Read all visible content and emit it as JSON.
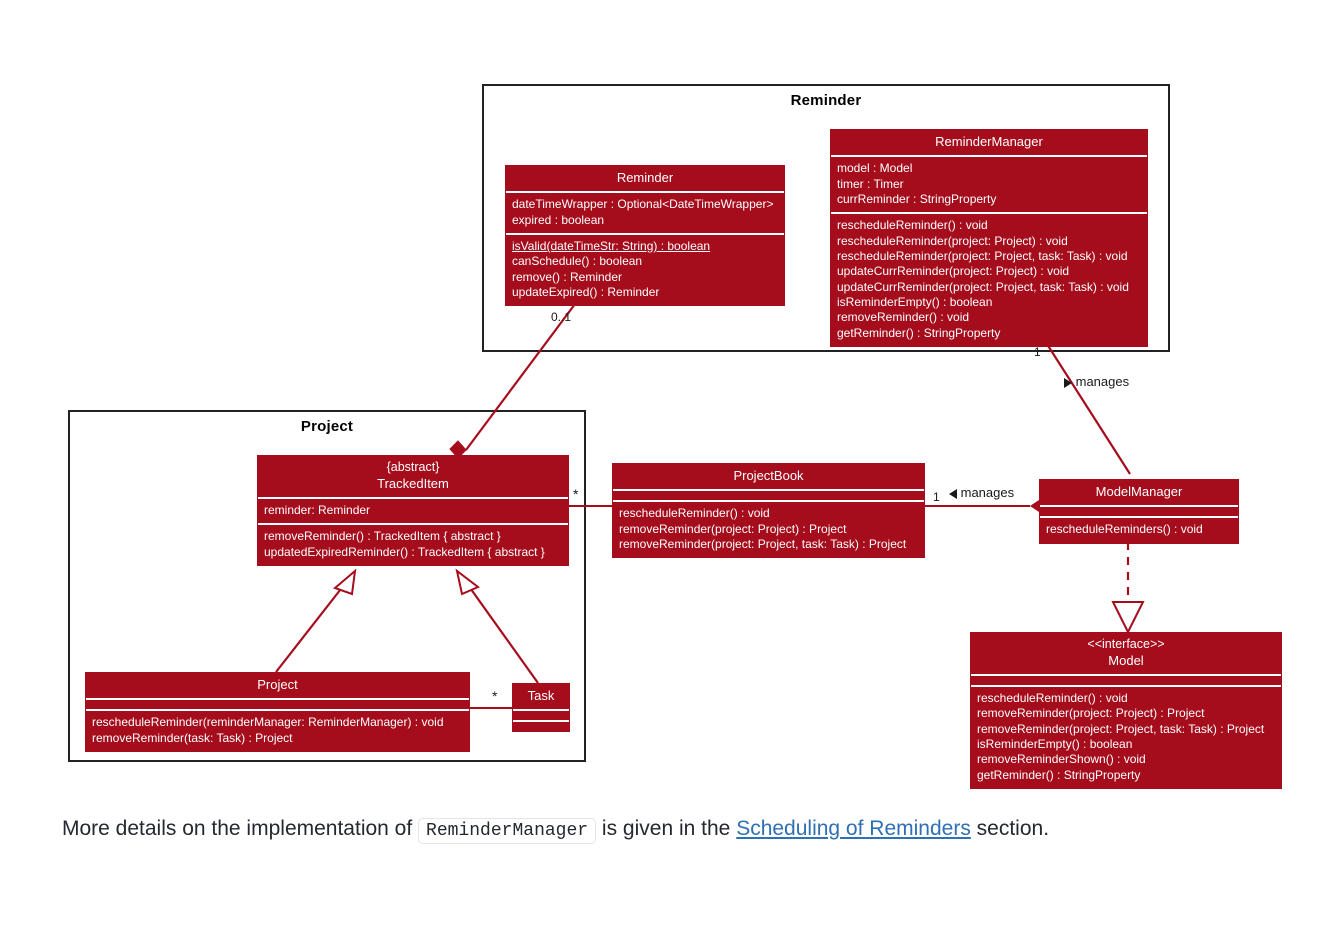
{
  "diagram": {
    "type": "uml-class-diagram",
    "accent_color": "#A50C1C",
    "package_border_color": "#222222",
    "packages": [
      {
        "name": "reminder-package",
        "title": "Reminder"
      },
      {
        "name": "project-package",
        "title": "Project"
      }
    ],
    "classes": {
      "reminder": {
        "title": "Reminder",
        "attributes": [
          "dateTimeWrapper : Optional<DateTimeWrapper>",
          "expired : boolean"
        ],
        "methods": [
          "isValid(dateTimeStr: String) : boolean",
          "canSchedule() : boolean",
          "remove() : Reminder",
          "updateExpired() : Reminder"
        ],
        "static_methods": [
          "isValid(dateTimeStr: String) : boolean"
        ]
      },
      "reminder_manager": {
        "title": "ReminderManager",
        "attributes": [
          "model : Model",
          "timer : Timer",
          "currReminder : StringProperty"
        ],
        "methods": [
          "rescheduleReminder() : void",
          "rescheduleReminder(project: Project) : void",
          "rescheduleReminder(project: Project, task: Task) : void",
          "updateCurrReminder(project: Project) : void",
          "updateCurrReminder(project: Project, task: Task) : void",
          "isReminderEmpty() : boolean",
          "removeReminder() : void",
          "getReminder() : StringProperty"
        ]
      },
      "tracked_item": {
        "stereotype": "{abstract}",
        "title": "TrackedItem",
        "attributes": [
          "reminder: Reminder"
        ],
        "methods": [
          "removeReminder() : TrackedItem { abstract }",
          "updatedExpiredReminder() : TrackedItem { abstract }"
        ]
      },
      "project_book": {
        "title": "ProjectBook",
        "attributes": [],
        "methods": [
          "rescheduleReminder() : void",
          "removeReminder(project: Project) : Project",
          "removeReminder(project: Project, task: Task) : Project"
        ]
      },
      "model_manager": {
        "title": "ModelManager",
        "attributes": [],
        "methods": [
          "rescheduleReminders() : void"
        ]
      },
      "model": {
        "stereotype": "<<interface>>",
        "title": "Model",
        "attributes": [],
        "methods": [
          "rescheduleReminder() : void",
          "removeReminder(project: Project) : Project",
          "removeReminder(project: Project, task: Task) : Project",
          "isReminderEmpty() : boolean",
          "removeReminderShown() : void",
          "getReminder() : StringProperty"
        ]
      },
      "project": {
        "title": "Project",
        "attributes": [],
        "methods": [
          "rescheduleReminder(reminderManager: ReminderManager) : void",
          "removeReminder(task: Task) : Project"
        ]
      },
      "task": {
        "title": "Task",
        "attributes": [],
        "methods": []
      }
    },
    "labels": {
      "reminder_mult": "0..1",
      "trackeditem_mult": "*",
      "projectbook_mult": "1",
      "reminder_manager_mult": "1",
      "task_mult": "*",
      "manages_top": "manages",
      "manages_mid": "manages"
    }
  },
  "caption": {
    "part1": "More details on the implementation of",
    "code": "ReminderManager",
    "part2": "is given in the",
    "link": "Scheduling of Reminders",
    "part3": "section."
  }
}
